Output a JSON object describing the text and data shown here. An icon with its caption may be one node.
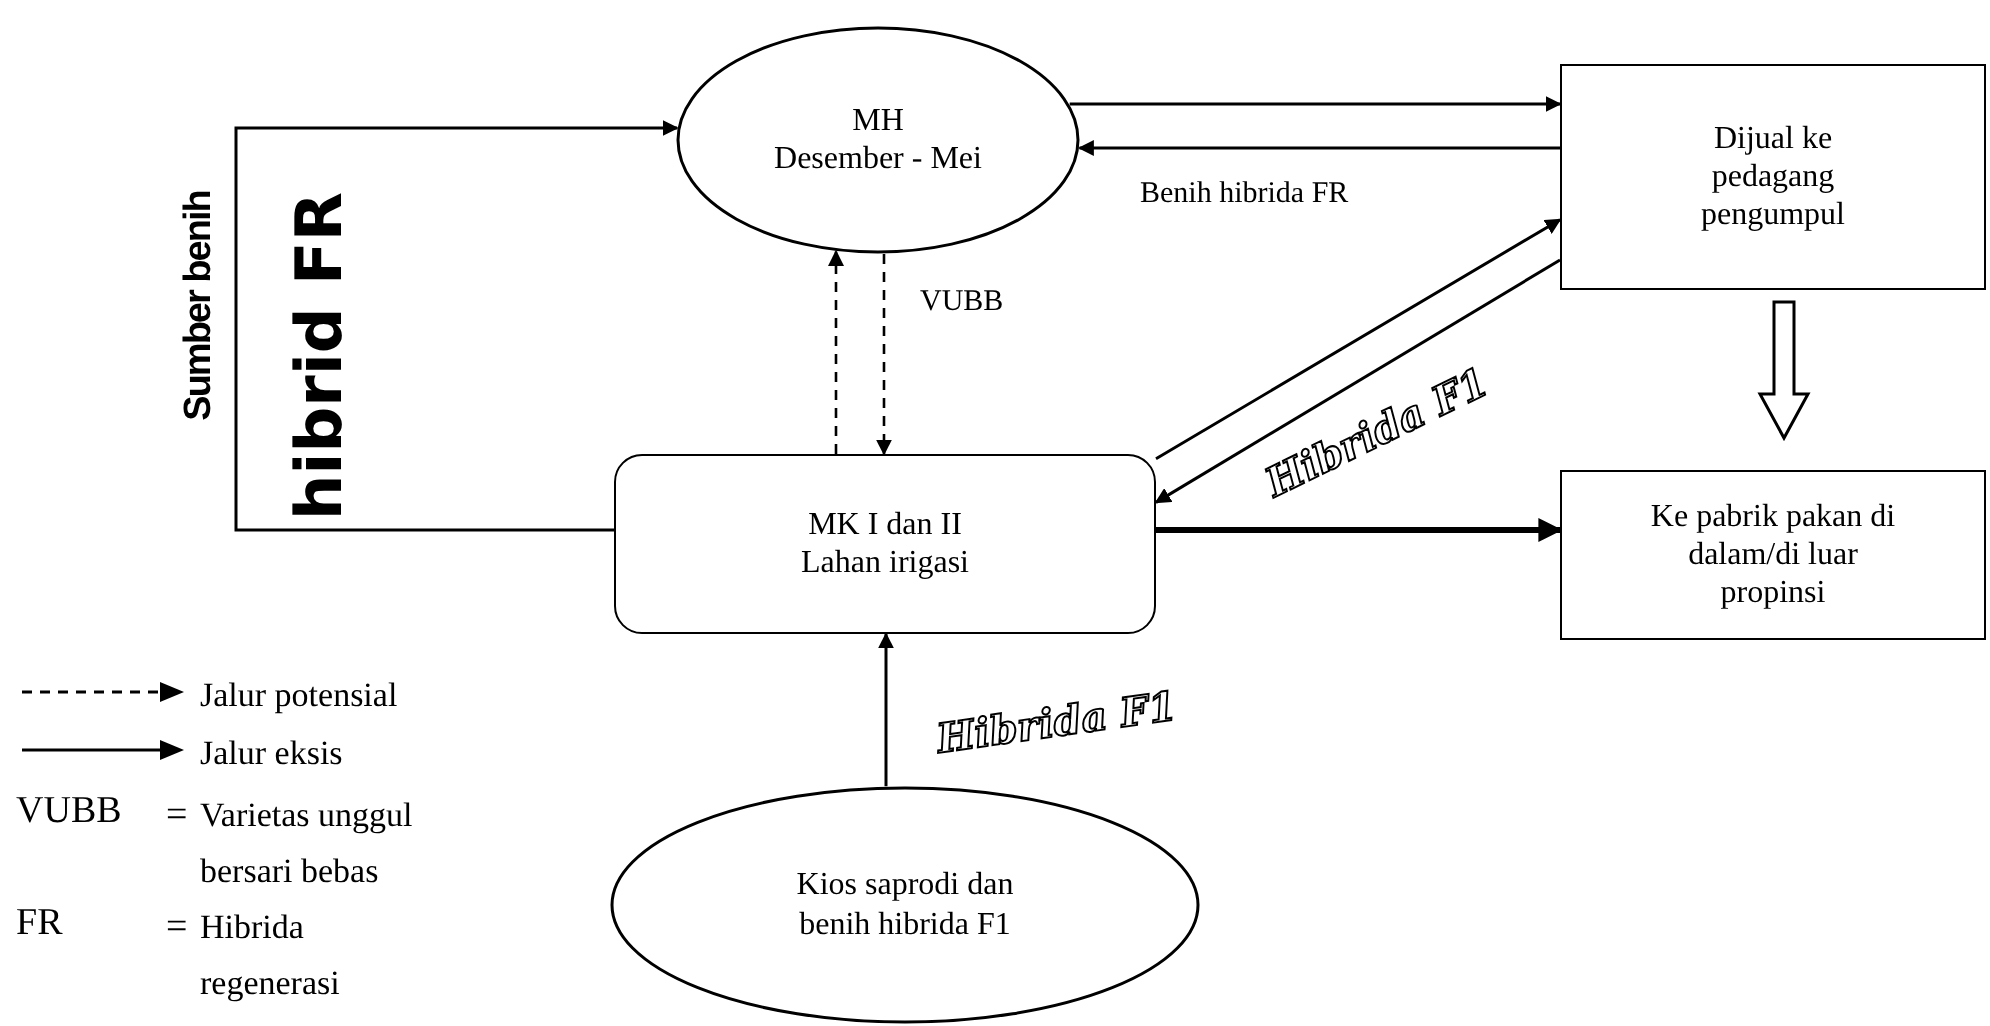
{
  "diagram": {
    "nodes": [
      {
        "text": [
          "MH",
          "Desember - Mei"
        ]
      },
      {
        "text": [
          "Dijual ke pedagang pengumpul"
        ]
      },
      {
        "text": [
          "MK I dan II",
          "Lahan irigasi"
        ]
      },
      {
        "text": [
          "Ke pabrik pakan di dalam/di luar propinsi"
        ]
      },
      {
        "text": [
          "Kios saprodi dan benih hibrida F1"
        ]
      }
    ],
    "edges": [
      {
        "from": 2,
        "to": 0,
        "arrow": "to"
      },
      {
        "from": 0,
        "to": 1,
        "arrow": "to"
      },
      {
        "from": 1,
        "to": 0,
        "arrow": "to",
        "label": "Benih hibrida FR"
      },
      {
        "from": 2,
        "to": 0,
        "arrow": "to",
        "style": "dashed"
      },
      {
        "from": 0,
        "to": 2,
        "arrow": "to",
        "style": "dashed",
        "label": "VUBB"
      },
      {
        "from": 2,
        "to": 1,
        "arrow": "to"
      },
      {
        "from": 1,
        "to": 2,
        "arrow": "to",
        "label": "Hibrida F1"
      },
      {
        "from": 1,
        "to": 3,
        "arrow": "to",
        "style": "thick"
      },
      {
        "from": 2,
        "to": 3,
        "arrow": "to",
        "style": "thick"
      },
      {
        "from": 4,
        "to": 2,
        "arrow": "to",
        "label": "Hibrida F1"
      }
    ],
    "labels": [
      "Sumber benih",
      "hibrid FR",
      "VUBB",
      "=",
      "Varietas unggul bersari bebas",
      "FR",
      "=",
      "Hibrida regenerasi"
    ],
    "legend": [
      {
        "text": "Jalur potensial"
      },
      {
        "text": "Jalur eksis"
      }
    ]
  }
}
